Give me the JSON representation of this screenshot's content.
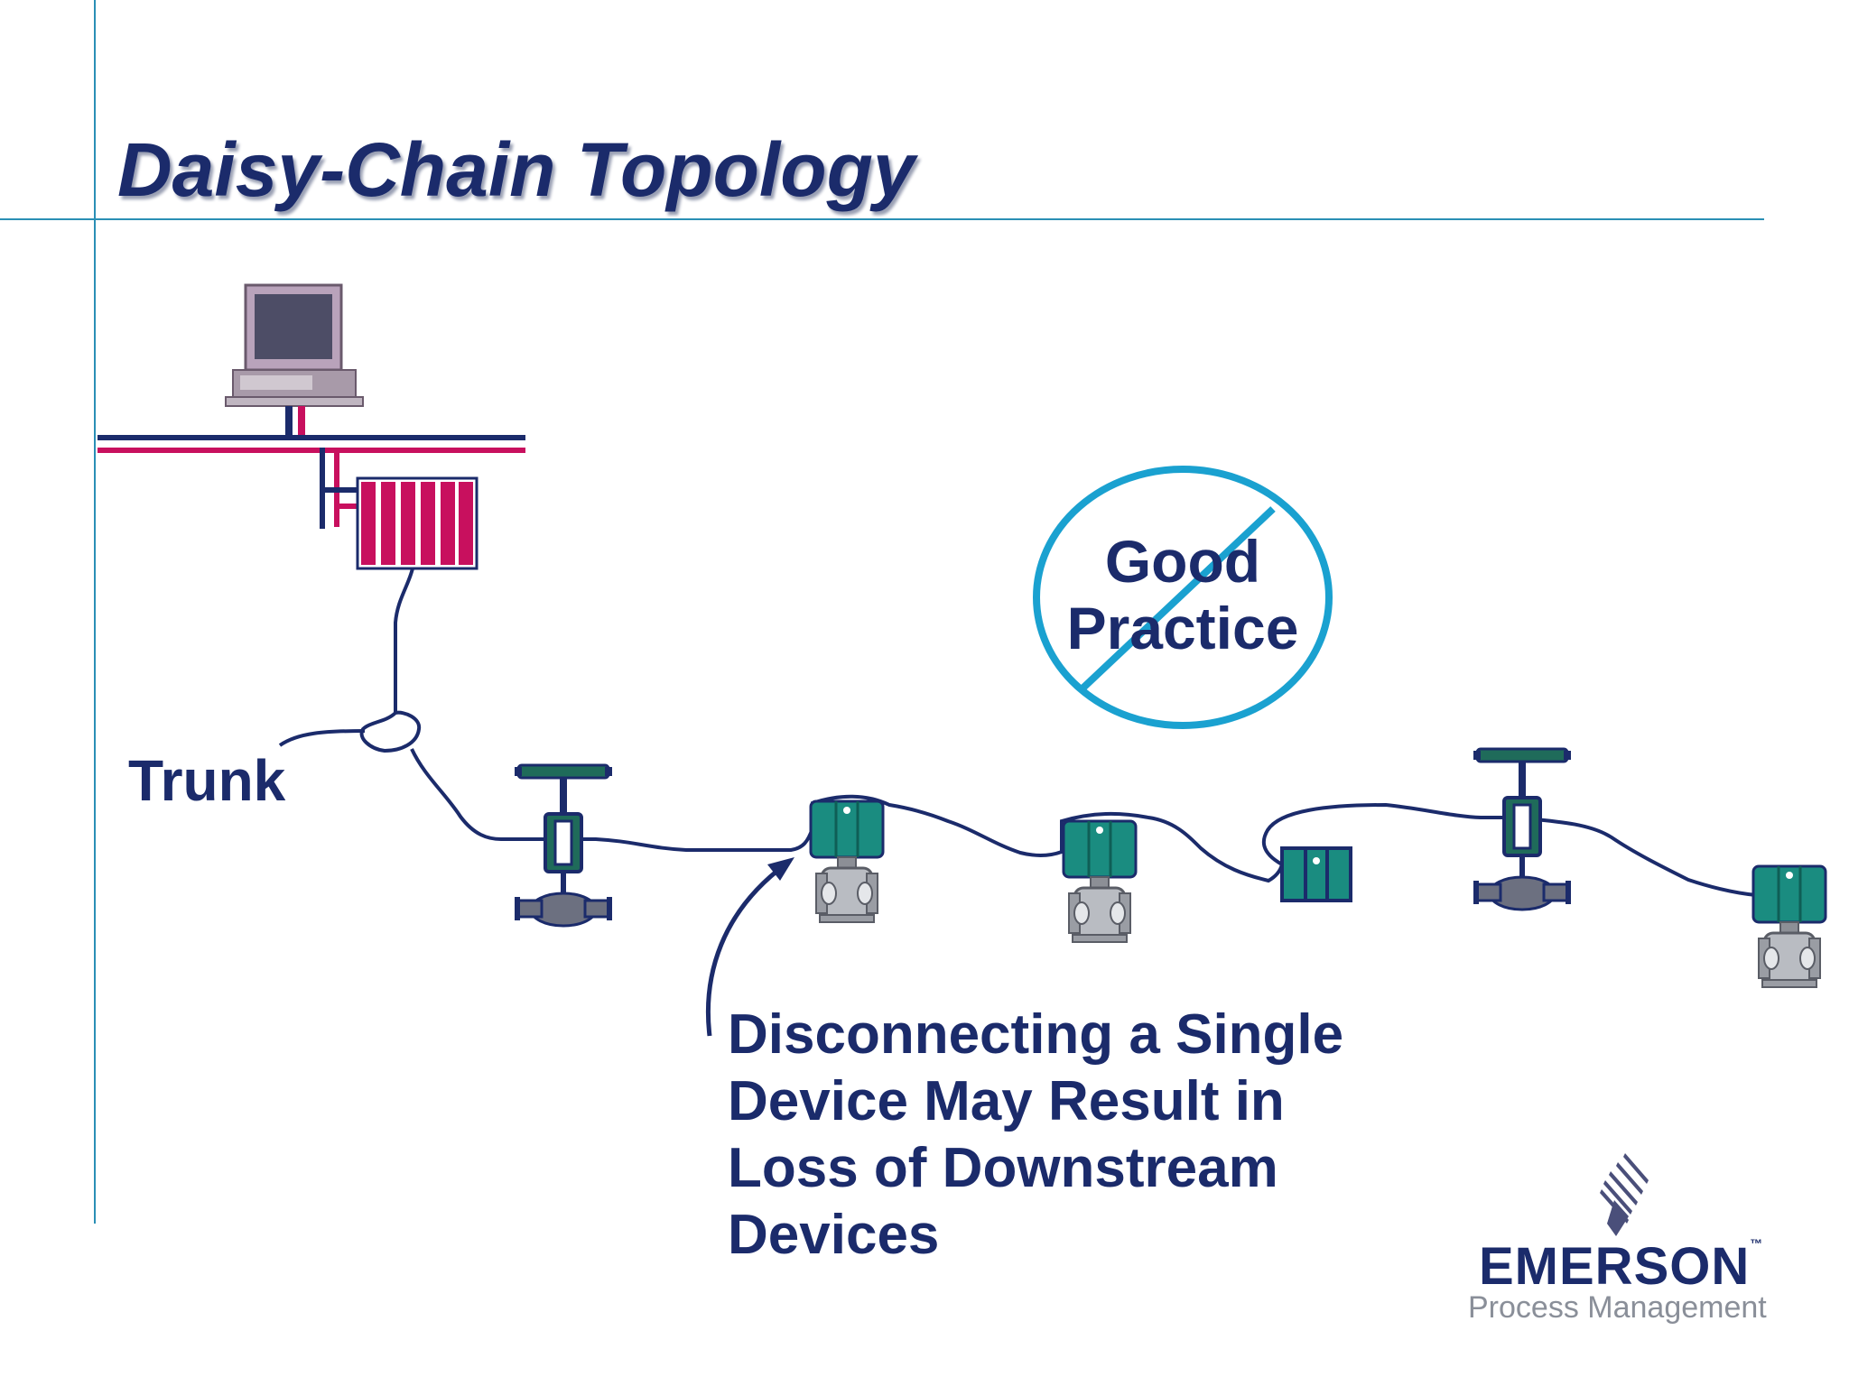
{
  "slide": {
    "title": "Daisy-Chain Topology",
    "trunk_label": "Trunk",
    "warning_lines": [
      "Disconnecting a Single",
      "Device May Result in",
      "Loss of Downstream",
      "Devices"
    ],
    "no_sign": {
      "line1": "Good",
      "line2": "Practice"
    }
  },
  "logo": {
    "name": "EMERSON",
    "subtitle": "Process Management",
    "trademark": "™"
  },
  "colors": {
    "title": "#1b2b6b",
    "rule": "#2a8fb5",
    "no_sign": "#1aa1d0",
    "network_navy": "#1b2b6b",
    "network_pink": "#c8105e",
    "device_teal": "#1a8c80"
  }
}
